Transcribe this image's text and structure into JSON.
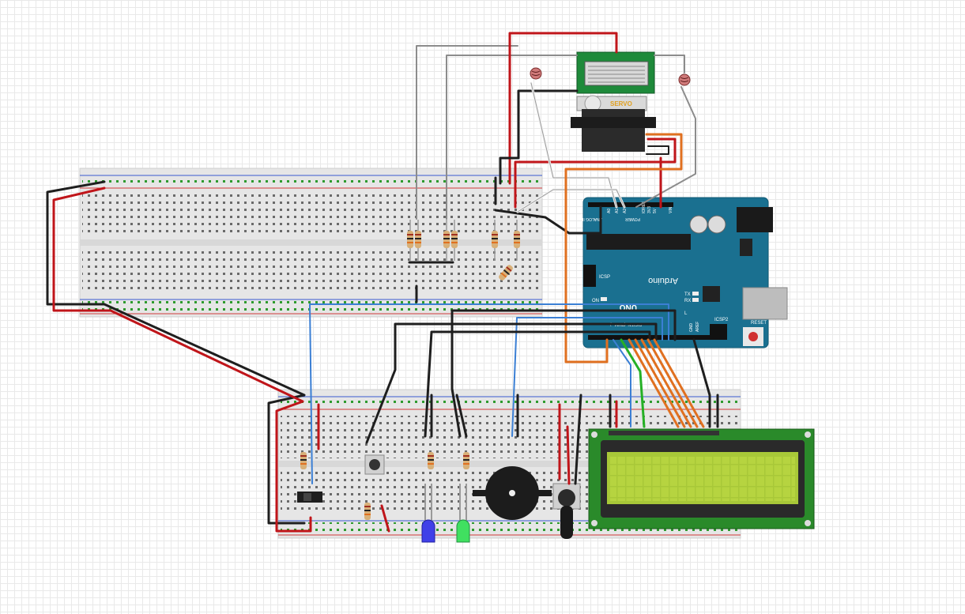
{
  "components": {
    "servo_label": "SERVO",
    "arduino_brand": "Arduino",
    "arduino_logo": "UNO",
    "arduino_icsp": "ICSP",
    "arduino_icsp2": "ICSP2",
    "arduino_reset": "RESET",
    "arduino_on": "ON",
    "arduino_tx": "TX",
    "arduino_rx": "RX",
    "arduino_l": "L",
    "arduino_aref": "AREF",
    "arduino_gnd": "GND",
    "arduino_digital": "DIGITAL (PWM ~)",
    "arduino_power": "POWER",
    "arduino_analog": "ANALOG IN",
    "arduino_vin": "VIN",
    "arduino_5v": "5V",
    "arduino_3v3": "3V3",
    "arduino_ioref": "IOREF",
    "arduino_a0": "A0",
    "arduino_a1": "A1",
    "arduino_a2": "A2"
  },
  "colors": {
    "wire_red": "#c0151a",
    "wire_black": "#1e1e1e",
    "wire_blue": "#3b7fd4",
    "wire_orange": "#e07020",
    "wire_green": "#25b025",
    "wire_grey": "#8c8c8c",
    "arduino_teal": "#1a7090",
    "breadboard": "#e6e6e6",
    "lcd_board": "#2a8a2a",
    "lcd_screen": "#a8c838",
    "sensor_board": "#1e8a3a"
  }
}
